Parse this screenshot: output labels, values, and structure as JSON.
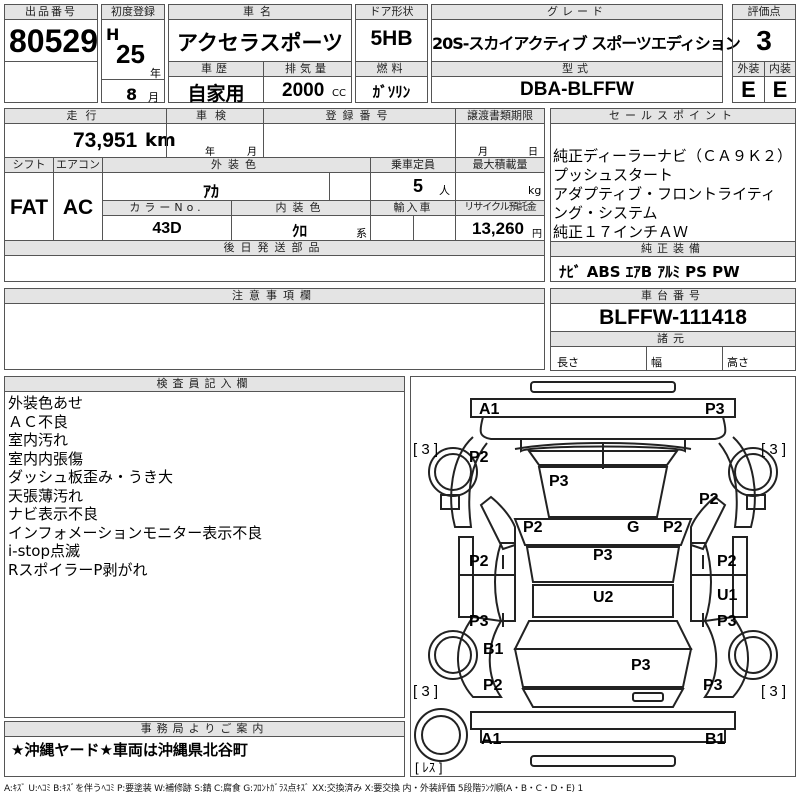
{
  "top": {
    "lot_no_label": "出品番号",
    "lot_no": "80529",
    "first_reg_label": "初度登録",
    "era": "H",
    "year_num": "25",
    "year_unit": "年",
    "month_num": "8",
    "month_unit": "月",
    "car_name_label": "車名",
    "car_name": "アクセラスポーツ",
    "door_label": "ドア形状",
    "door": "5HB",
    "grade_label": "グレード",
    "grade": "20S-スカイアクティブ スポーツエディション",
    "score_label": "評価点",
    "score": "3",
    "history_label": "車歴",
    "history": "自家用",
    "displacement_label": "排気量",
    "displacement": "2000",
    "displacement_unit": "cc",
    "fuel_label": "燃料",
    "fuel": "ｶﾞｿﾘﾝ",
    "model_label": "型式",
    "model": "DBA-BLFFW",
    "exterior_label": "外装",
    "exterior": "E",
    "interior_label": "内装",
    "interior": "E"
  },
  "mid": {
    "mileage_label": "走行",
    "mileage": "73,951",
    "mileage_unit": "km",
    "inspection_label": "車検",
    "insp_year_unit": "年",
    "insp_month_unit": "月",
    "reg_no_label": "登録番号",
    "transfer_label": "譲渡書類期限",
    "transfer_month_unit": "月",
    "transfer_day_unit": "日",
    "shift_label": "シフト",
    "shift": "FAT",
    "ac_label": "エアコン",
    "ac": "AC",
    "color_label": "外装色",
    "color": "ｱｶ",
    "capacity_label": "乗車定員",
    "capacity": "5",
    "capacity_unit": "人",
    "max_load_label": "最大積載量",
    "max_load_unit": "kg",
    "color_no_label": "カラーNo.",
    "color_no": "43D",
    "interior_color_label": "内装色",
    "interior_color": "ｸﾛ",
    "interior_color_unit": "系",
    "import_label": "輸入車",
    "recycle_label": "リサイクル預託金",
    "recycle": "13,260",
    "recycle_unit": "円",
    "later_parts_label": "後日発送部品",
    "caution_label": "注意事項欄"
  },
  "sales": {
    "label": "セールスポイント",
    "lines": [
      "純正ディーラーナビ（ＣＡ９Ｋ２）",
      "プッシュスタート",
      "アダプティブ・フロントライティ",
      "ング・システム",
      "純正１７インチＡＷ"
    ],
    "equip_label": "純正装備",
    "equip": "ﾅﾋﾞ ABS ｴｱB ｱﾙﾐ PS PW",
    "chassis_label": "車台番号",
    "chassis": "BLFFW-111418",
    "spec_label": "諸元",
    "length_label": "長さ",
    "width_label": "幅",
    "height_label": "高さ"
  },
  "inspector": {
    "label": "検査員記入欄",
    "lines": [
      "外装色あせ",
      "ＡＣ不良",
      "室内汚れ",
      "室内内張傷",
      "ダッシュ板歪み・うき大",
      "天張薄汚れ",
      "ナビ表示不良",
      "インフォメーションモニター表示不良",
      "i-stop点滅",
      "RスポイラーP剥がれ"
    ]
  },
  "diagram": {
    "tire_depth": "3",
    "spare_label": "ﾚｽ",
    "marks": {
      "front_left_bumper": "A1",
      "front_right_bumper": "P3",
      "front_left_fender": "P2",
      "hood": "P3",
      "front_right_fender": "P2",
      "left_a_pillar": "P2",
      "windshield": "G",
      "right_a_pillar": "P2",
      "roof": "P3",
      "left_front_door": "P2",
      "right_front_door": "P2",
      "roof_center": "U2",
      "right_rear_door_upper": "U1",
      "left_rear_door": "P3",
      "right_rear_door": "P3",
      "left_rocker": "B1",
      "rear_hatch": "P3",
      "left_rear_fender": "P2",
      "right_rear_fender": "P3",
      "rear_left_bumper": "A1",
      "rear_right_bumper": "B1"
    }
  },
  "office": {
    "label": "事務局よりご案内",
    "text": "★沖縄ヤード★車両は沖縄県北谷町"
  },
  "legend": "A:ｷｽﾞ U:ﾍｺﾐ B:ｷｽﾞを伴うﾍｺﾐ P:要塗装 W:補修跡 S:錆 C:腐食 G:ﾌﾛﾝﾄｶﾞﾗｽ点ｷｽﾞ XX:交換済み X:要交換 内・外装評価 5段階ﾗﾝｸ順(A・B・C・D・E) 1"
}
